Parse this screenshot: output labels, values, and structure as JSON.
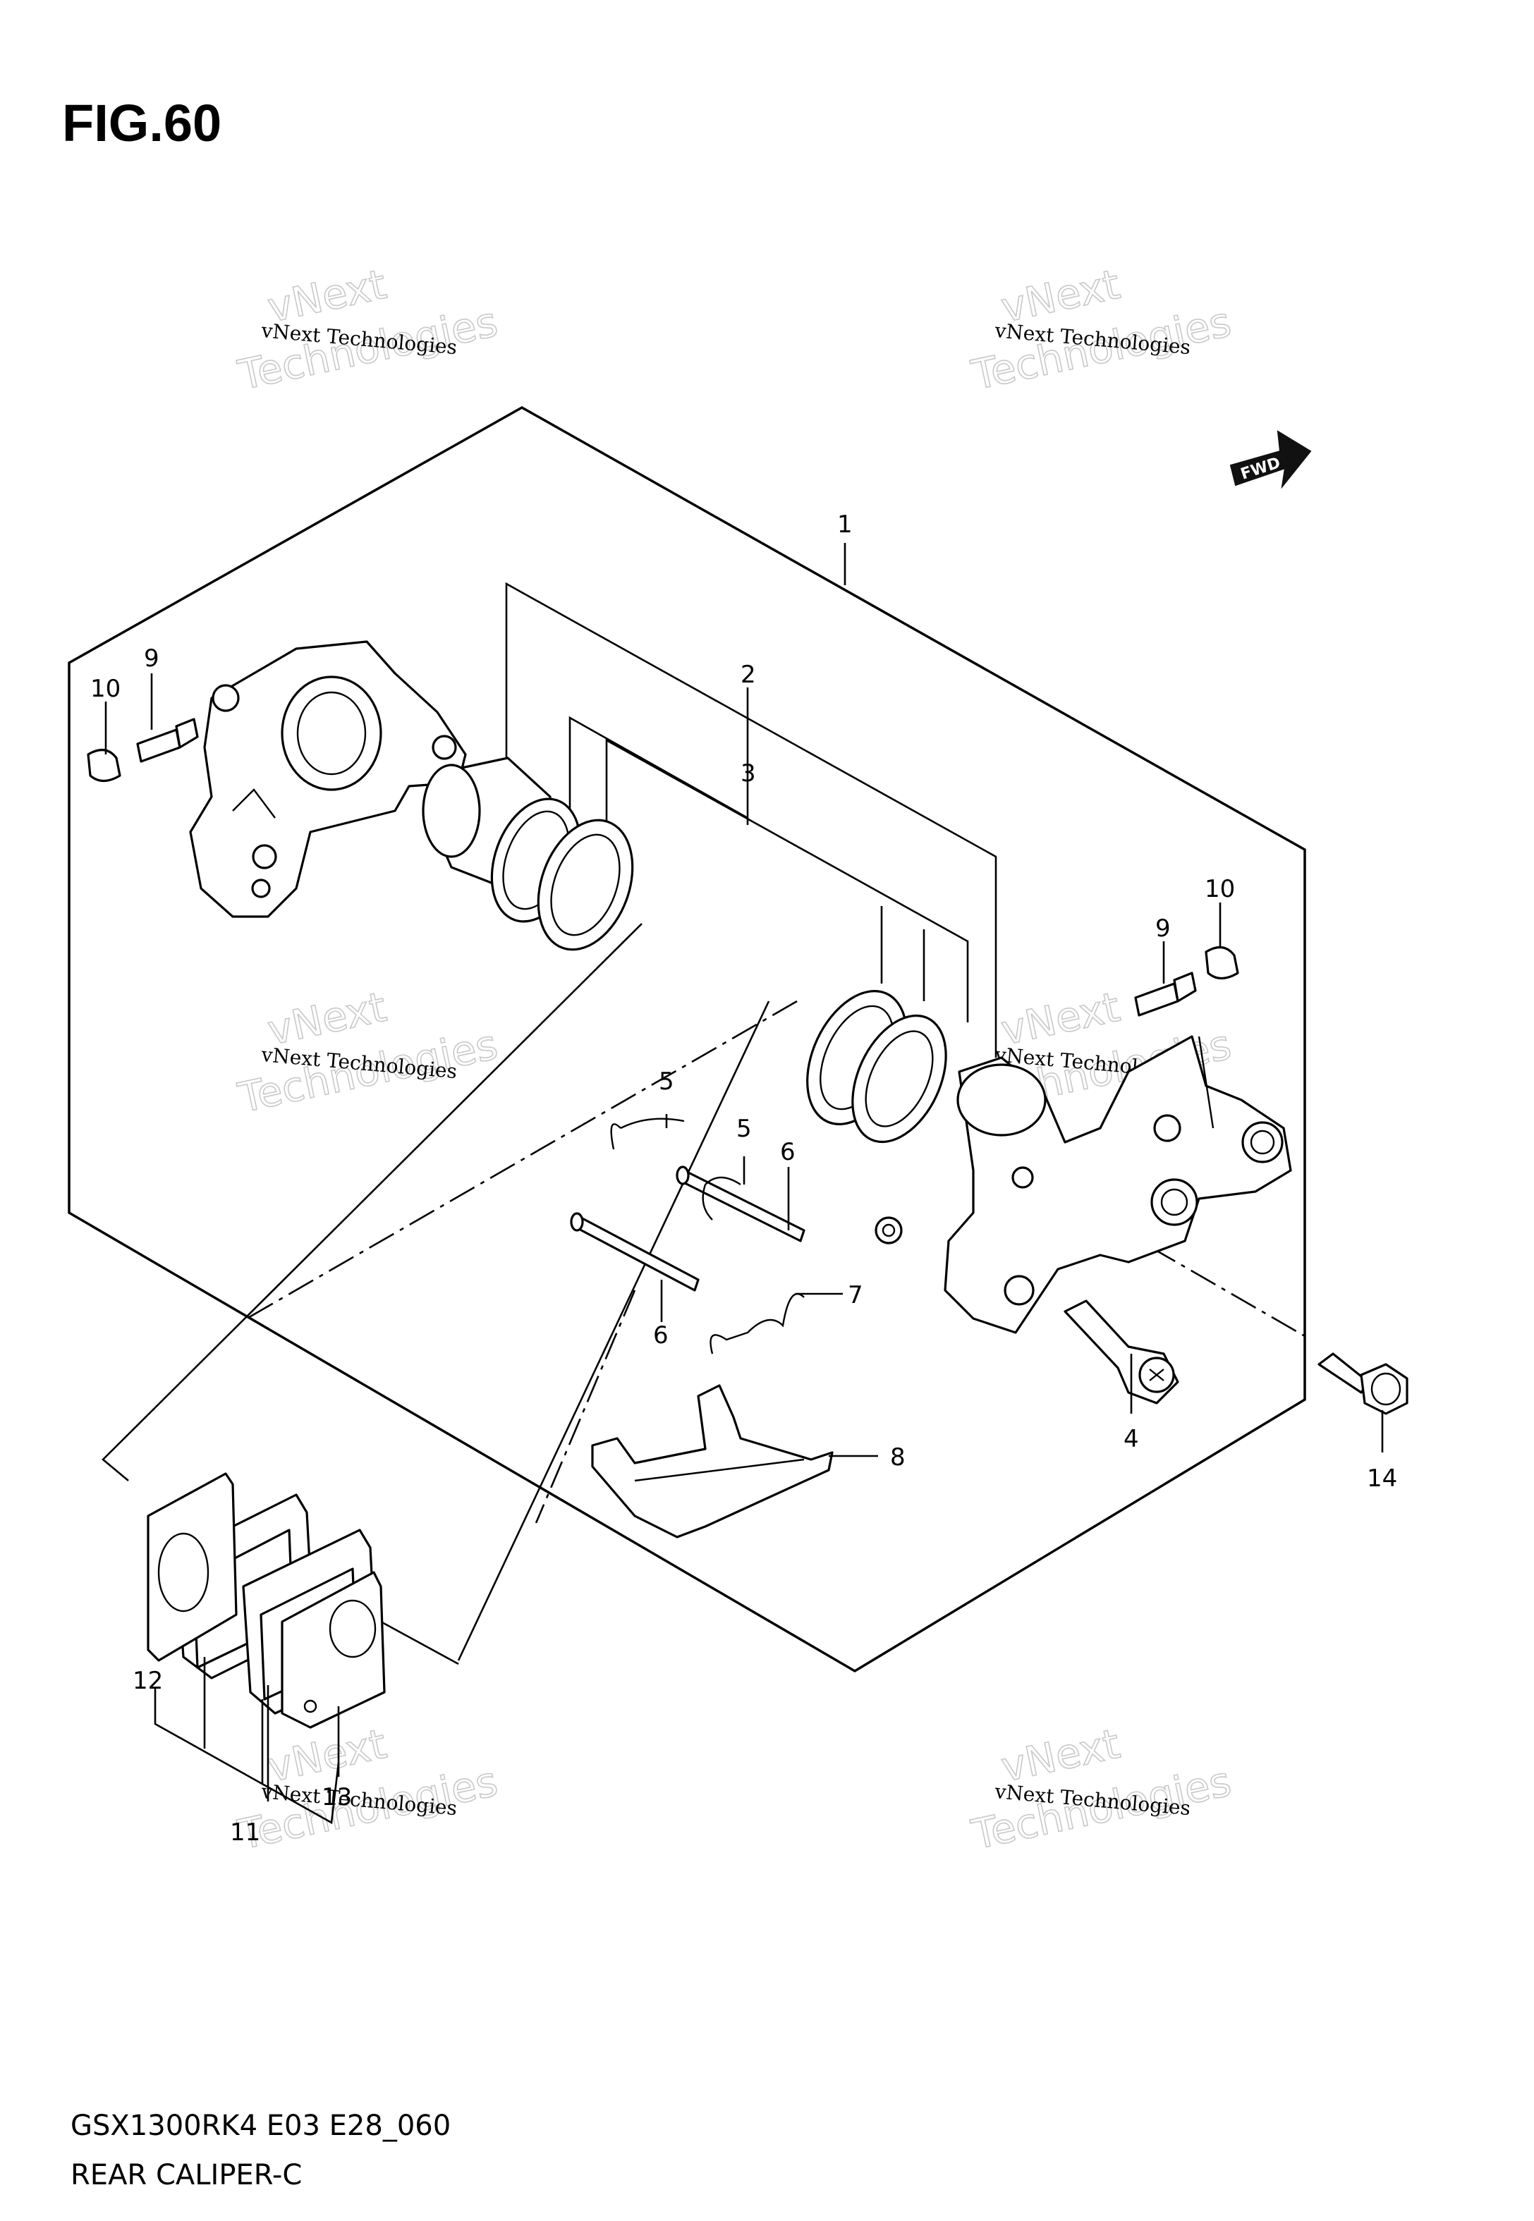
{
  "figure": {
    "title": "FIG.60",
    "model_code": "GSX1300RK4 E03 E28_060",
    "caption": "REAR CALIPER-C",
    "direction_badge": "FWD"
  },
  "watermark": {
    "line_small": "vNext Technologies",
    "line_big_1": "vNext",
    "line_big_2": "Technologies"
  },
  "callouts": {
    "c1": "1",
    "c2": "2",
    "c3": "3",
    "c4": "4",
    "c5a": "5",
    "c5b": "5",
    "c6a": "6",
    "c6b": "6",
    "c7": "7",
    "c8": "8",
    "c9a": "9",
    "c9b": "9",
    "c10a": "10",
    "c10b": "10",
    "c11": "11",
    "c12": "12",
    "c13": "13",
    "c14": "14"
  }
}
